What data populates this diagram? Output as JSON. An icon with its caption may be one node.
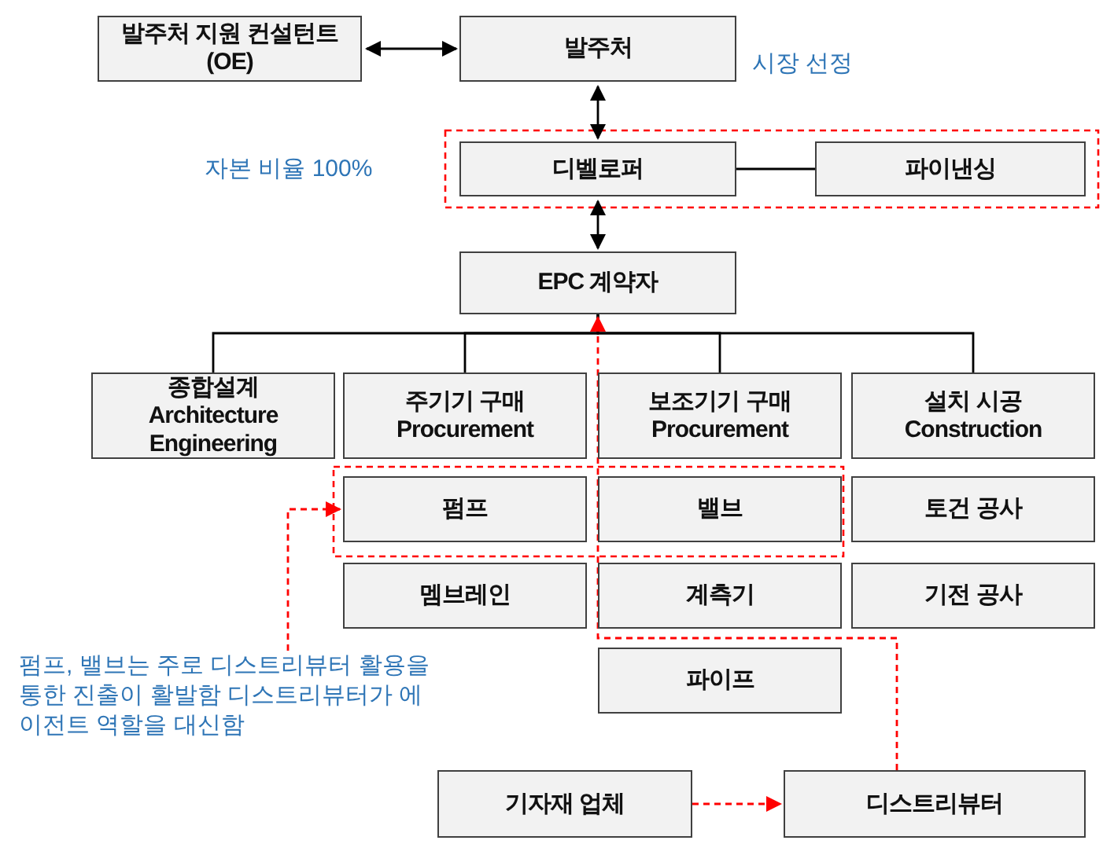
{
  "diagram": {
    "nodes": [
      {
        "text": [
          "발주처 지원 컨설턴트(OE)"
        ]
      },
      {
        "text": [
          "발주처"
        ]
      },
      {
        "text": [
          "디벨로퍼"
        ]
      },
      {
        "text": [
          "파이낸싱"
        ]
      },
      {
        "text": [
          "EPC 계약자"
        ]
      },
      {
        "text": [
          "종합설계",
          "Architecture Engineering"
        ]
      },
      {
        "text": [
          "주기기 구매",
          "Procurement"
        ]
      },
      {
        "text": [
          "보조기기 구매",
          "Procurement"
        ]
      },
      {
        "text": [
          "설치 시공",
          "Construction"
        ]
      },
      {
        "text": [
          "펌프"
        ]
      },
      {
        "text": [
          "밸브"
        ]
      },
      {
        "text": [
          "토건 공사"
        ]
      },
      {
        "text": [
          "멤브레인"
        ]
      },
      {
        "text": [
          "계측기"
        ]
      },
      {
        "text": [
          "기전 공사"
        ]
      },
      {
        "text": [
          "파이프"
        ]
      },
      {
        "text": [
          "기자재 업체"
        ]
      },
      {
        "text": [
          "디스트리뷰터"
        ]
      },
      {
        "text": [
          "펌프, 밸브는 주로 디스트리뷰터 활용을 통한 진출이 활발함 디스트리뷰터가 에이전트 역할을 대신함"
        ]
      }
    ],
    "edges": [
      {
        "from": 0,
        "to": 1,
        "arrow": "both"
      },
      {
        "from": 1,
        "to": 2,
        "arrow": "both"
      },
      {
        "from": 2,
        "to": 3,
        "arrow": "none"
      },
      {
        "from": 2,
        "to": 4,
        "arrow": "both"
      },
      {
        "from": 4,
        "to": 5,
        "arrow": "none"
      },
      {
        "from": 4,
        "to": 6,
        "arrow": "none"
      },
      {
        "from": 4,
        "to": 7,
        "arrow": "none"
      },
      {
        "from": 4,
        "to": 8,
        "arrow": "none"
      },
      {
        "from": 17,
        "to": 4,
        "arrow": "to",
        "style": "dashed",
        "color": "#ff0000"
      },
      {
        "from": 16,
        "to": 17,
        "arrow": "to",
        "style": "dashed",
        "color": "#ff0000"
      },
      {
        "from": 18,
        "to": 9,
        "arrow": "to",
        "style": "dashed",
        "color": "#ff0000"
      }
    ],
    "labels": [
      "시장 선정",
      "자본 비율 100%"
    ]
  }
}
